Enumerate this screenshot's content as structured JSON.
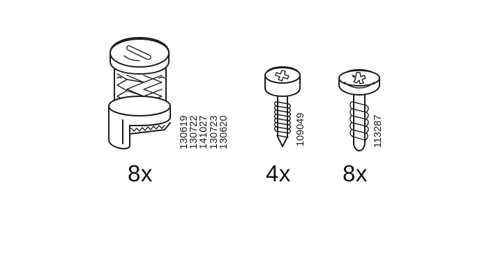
{
  "parts": [
    {
      "quantity": "8x",
      "article_numbers": [
        "130619",
        "130722",
        "141027",
        "130723",
        "130620"
      ],
      "icon": "cam-lock-fitting-icon"
    },
    {
      "quantity": "4x",
      "article_numbers": [
        "109049"
      ],
      "icon": "pan-head-wood-screw-icon"
    },
    {
      "quantity": "8x",
      "article_numbers": [
        "113287"
      ],
      "icon": "washer-head-screw-icon"
    }
  ]
}
